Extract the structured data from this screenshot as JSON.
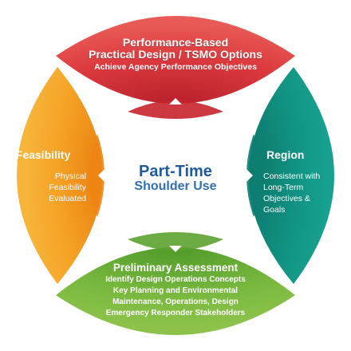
{
  "center": {
    "title_line1": "Part-Time",
    "title_line2": "Shoulder Use"
  },
  "top": {
    "title_line1": "Performance-Based",
    "title_line2": "Practical Design / TSMO Options",
    "description": "Achieve Agency Performance Objectives",
    "color": "#d9343a"
  },
  "left": {
    "title": "Feasibility",
    "lines": [
      "Physical",
      "Feasibility",
      "Evaluated"
    ],
    "color": "#f39a1e"
  },
  "right": {
    "title": "Region",
    "lines": [
      "Consistent with",
      "Long-Term",
      "Objectives &",
      "Goals"
    ],
    "color": "#0f8f82"
  },
  "bottom": {
    "title": "Preliminary Assessment",
    "lines": [
      "Identify Design Operations Concepts",
      "Key Planning and Environmental",
      "Maintenance, Operations, Design",
      "Emergency Responder Stakeholders"
    ],
    "color": "#74b43c"
  }
}
